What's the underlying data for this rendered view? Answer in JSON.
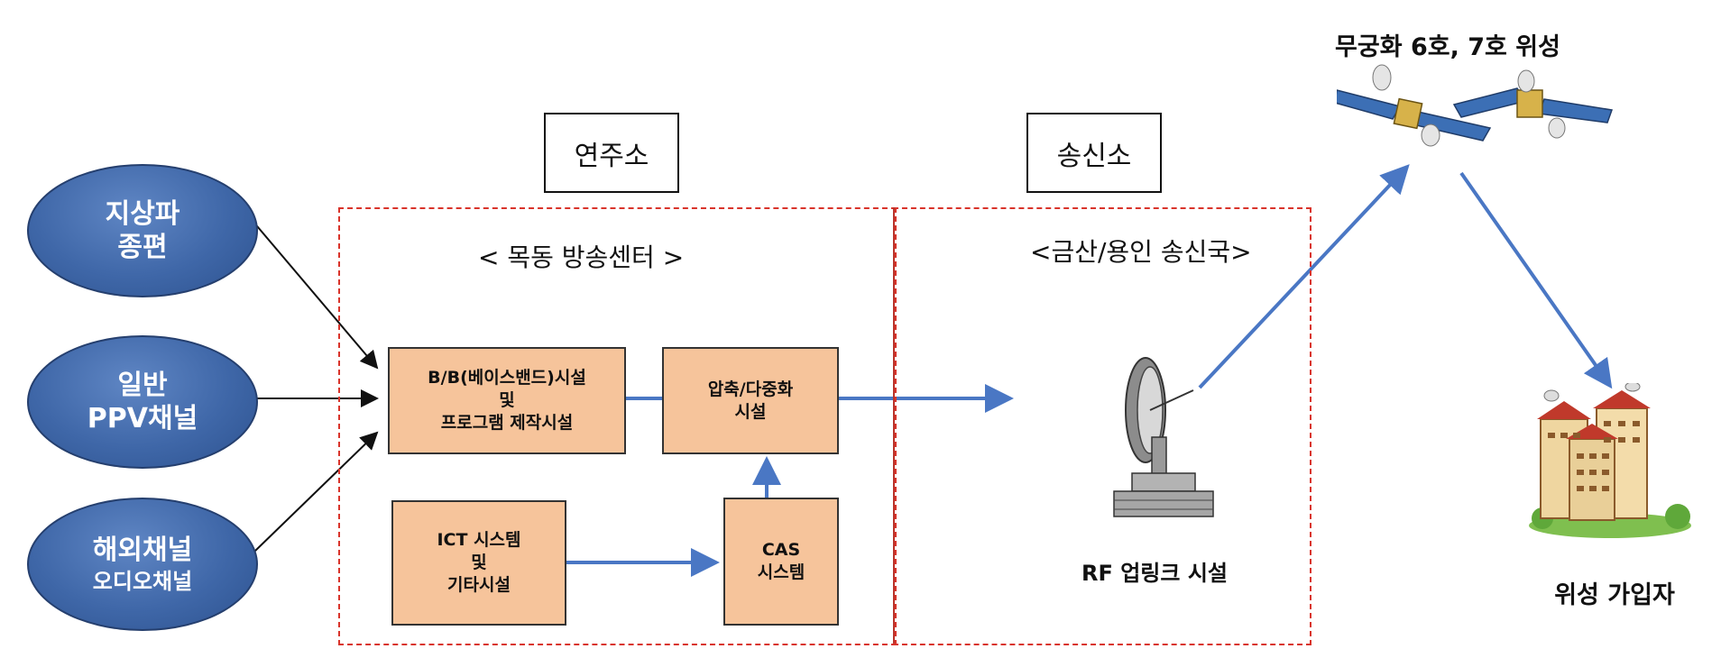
{
  "sources": [
    {
      "line1": "지상파",
      "line2": "종편"
    },
    {
      "line1": "일반",
      "line2": "PPV채널"
    },
    {
      "line1": "해외채널",
      "line2": "오디오채널"
    }
  ],
  "labels": {
    "studio": "연주소",
    "transmitter": "송신소"
  },
  "sections": {
    "broadcast_center": "< 목동 방송센터 >",
    "transmit_station": "<금산/용인 송신국>"
  },
  "processes": {
    "baseband": {
      "line1": "B/B(베이스밴드)시설",
      "line2": "및",
      "line3": "프로그램 제작시설"
    },
    "compression": {
      "line1": "압축/다중화",
      "line2": "시설"
    },
    "ict": {
      "line1": "ICT 시스템",
      "line2": "및",
      "line3": "기타시설"
    },
    "cas": {
      "line1": "CAS",
      "line2": "시스템"
    }
  },
  "rf_uplink": "RF 업링크 시설",
  "satellite": "무궁화 6호, 7호 위성",
  "subscriber": "위성 가입자",
  "colors": {
    "ellipse": "#3f67a8",
    "process_fill": "#f6c49b",
    "section_border": "#d9342b",
    "flow_arrow": "#4a77c4"
  }
}
